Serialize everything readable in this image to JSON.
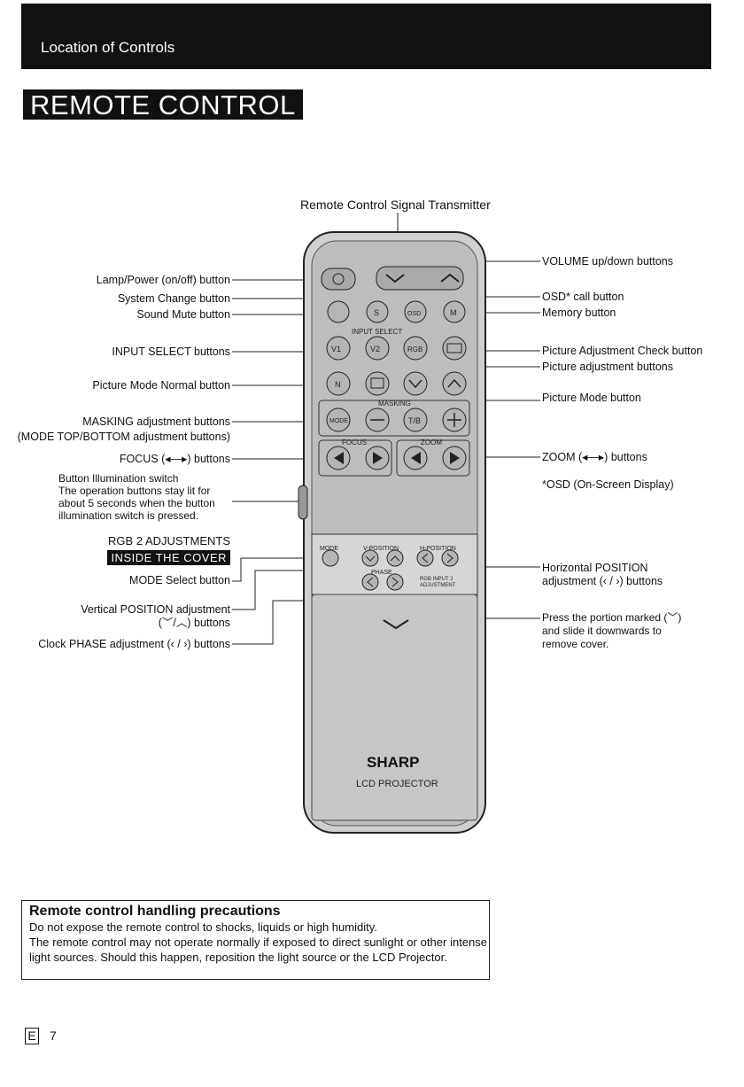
{
  "header": {
    "section": "Location of Controls"
  },
  "title": "REMOTE CONTROL",
  "transmitter_label": "Remote Control Signal Transmitter",
  "left_labels": {
    "lamp_power": "Lamp/Power (on/off) button",
    "system_change": "System Change button",
    "sound_mute": "Sound Mute button",
    "input_select": "INPUT SELECT buttons",
    "picture_normal": "Picture Mode Normal button",
    "masking": "MASKING adjustment buttons",
    "masking_sub": "(MODE TOP/BOTTOM adjustment buttons)",
    "focus": "FOCUS (◂—▸) buttons",
    "illum_1": "Button Illumination switch",
    "illum_2": "The operation buttons stay lit for",
    "illum_3": "about 5 seconds when the button",
    "illum_4": "illumination switch is pressed.",
    "rgb2": "RGB 2 ADJUSTMENTS",
    "inside_cover": "INSIDE THE COVER",
    "mode_select": "MODE Select button",
    "vpos_1": "Vertical POSITION adjustment",
    "vpos_2": "(﹀/︿) buttons",
    "clock_phase": "Clock PHASE adjustment (‹ / ›) buttons"
  },
  "right_labels": {
    "volume": "VOLUME up/down buttons",
    "osd_call": "OSD* call button",
    "memory": "Memory button",
    "pic_adj_check": "Picture Adjustment Check button",
    "pic_adj": "Picture adjustment buttons",
    "pic_mode": "Picture Mode button",
    "zoom": "ZOOM (◂—▸) buttons",
    "osd_note": "*OSD (On-Screen Display)",
    "hpos_1": "Horizontal POSITION",
    "hpos_2": "adjustment (‹ / ›) buttons",
    "cover_1": "Press the portion marked (﹀)",
    "cover_2": "and slide it downwards to",
    "cover_3": "remove cover."
  },
  "remote": {
    "btn_s": "S",
    "btn_osd": "OSD",
    "btn_m": "M",
    "input_select_label": "INPUT SELECT",
    "btn_v1": "V1",
    "btn_v2": "V2",
    "btn_rgb": "RGB",
    "btn_n": "N",
    "masking_label": "MASKING",
    "btn_mode": "MODE",
    "btn_tb": "T/B",
    "focus_label": "FOCUS",
    "zoom_label": "ZOOM",
    "cover_mode": "MODE",
    "cover_vpos": "V-POSITION",
    "cover_hpos": "H-POSITION",
    "cover_phase": "PHASE",
    "cover_rgb_1": "RGB INPUT 2",
    "cover_rgb_2": "ADJUSTMENT",
    "brand": "SHARP",
    "model": "LCD PROJECTOR"
  },
  "precautions": {
    "heading": "Remote control handling precautions",
    "line1": "Do not expose the remote control to shocks, liquids or high humidity.",
    "line2": "The remote control may not operate normally if exposed to direct sunlight or other intense light sources. Should this happen, reposition the light source or the LCD Projector."
  },
  "footer": {
    "lang": "E",
    "page": "7"
  }
}
